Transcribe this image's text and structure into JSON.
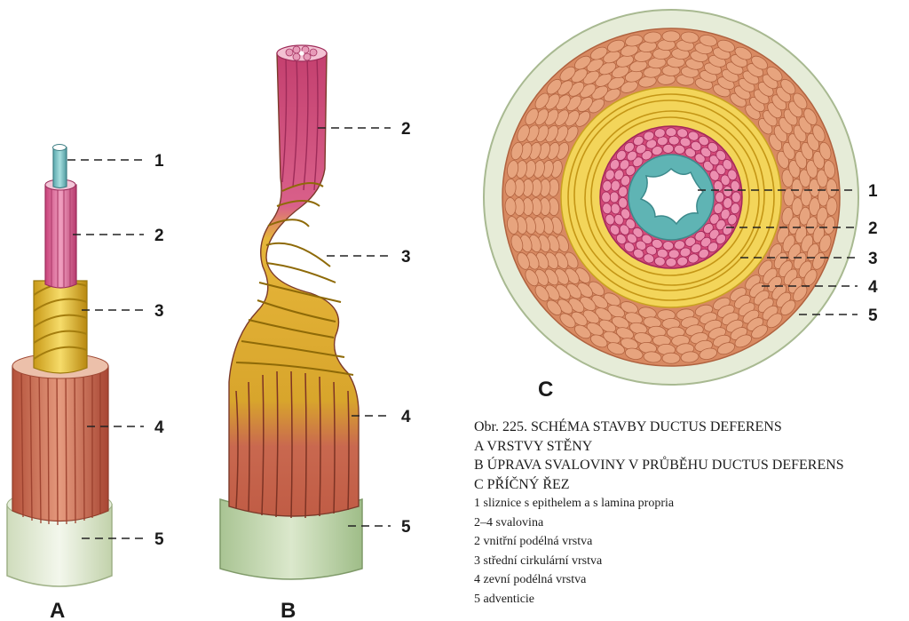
{
  "panels": {
    "A": {
      "letter": "A",
      "labels": [
        "1",
        "2",
        "3",
        "4",
        "5"
      ]
    },
    "B": {
      "letter": "B",
      "labels": [
        "2",
        "3",
        "4",
        "5"
      ]
    },
    "C": {
      "letter": "C",
      "labels": [
        "1",
        "2",
        "3",
        "4",
        "5"
      ]
    }
  },
  "caption": {
    "title": "Obr. 225.  SCHÉMA STAVBY DUCTUS DEFERENS",
    "lines": [
      "A  VRSTVY STĚNY",
      "B  ÚPRAVA SVALOVINY V PRŮBĚHU DUCTUS DEFERENS",
      "C  PŘÍČNÝ ŘEZ"
    ],
    "legend": [
      "1  sliznice s epithelem a s lamina propria",
      "2–4  svalovina",
      "2  vnitřní podélná vrstva",
      "3  střední cirkulární vrstva",
      "4  zevní podélná vrstva",
      "5  adventicie"
    ]
  },
  "colors": {
    "mucosa": "#7cc4c4",
    "inner_longitudinal": "#d9608a",
    "circular": "#e7c53c",
    "outer_longitudinal": "#c9684f",
    "adventitia": "#dfe9d0"
  }
}
